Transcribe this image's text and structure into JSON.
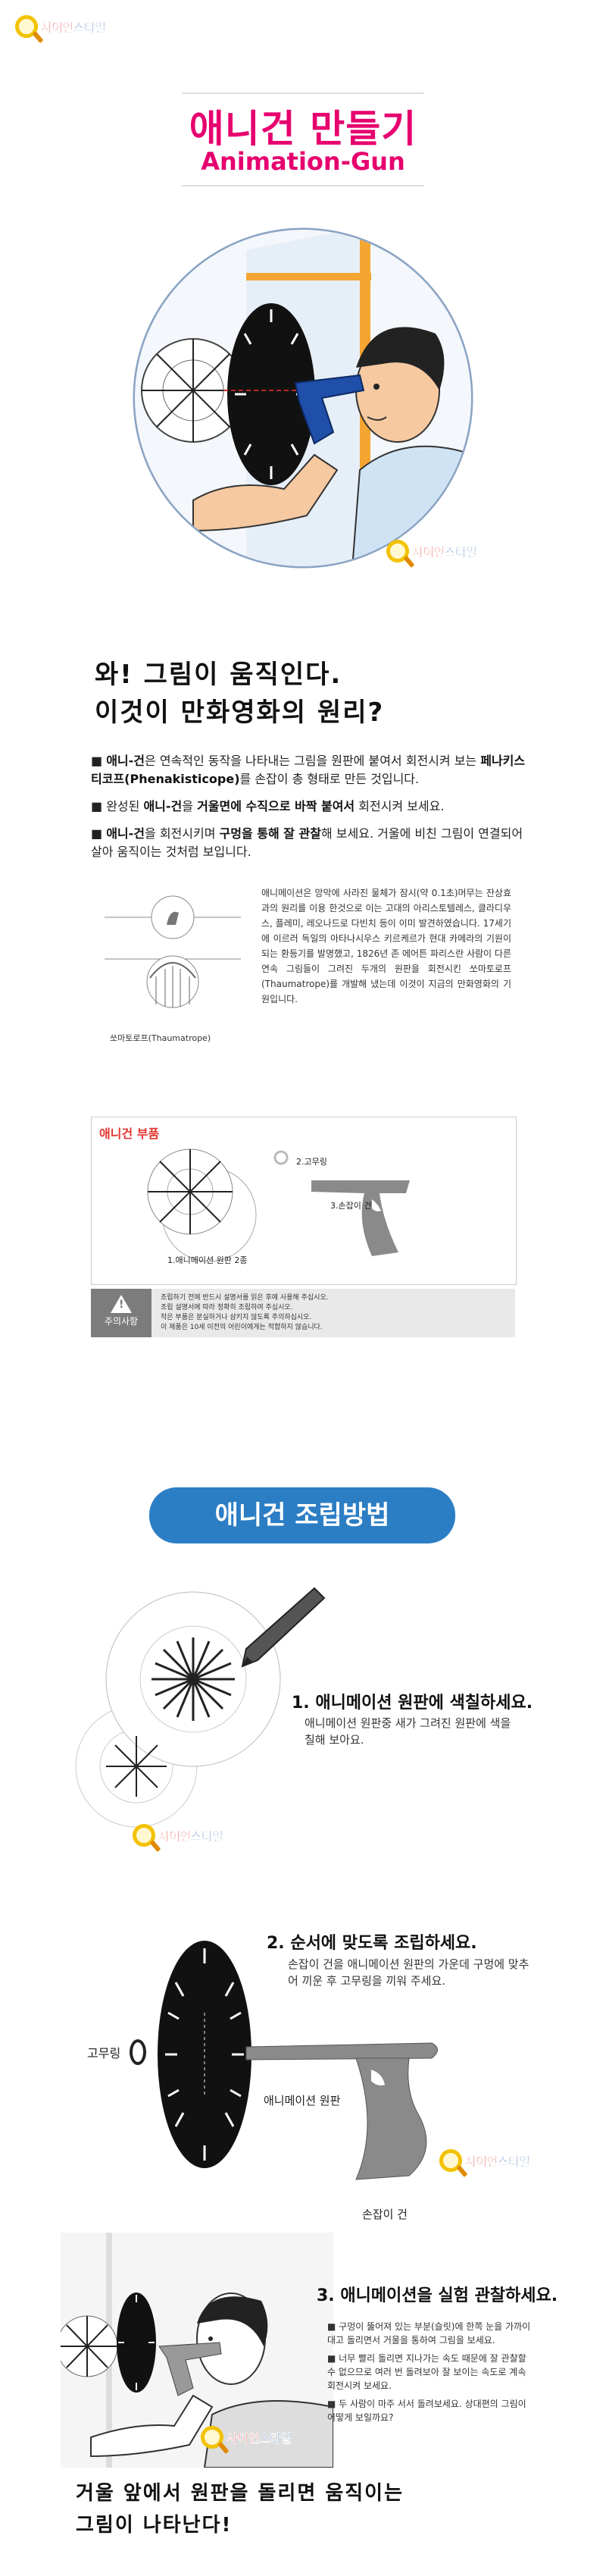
{
  "brand": {
    "logo_prefix": "사이언",
    "logo_suffix": "스타일"
  },
  "header": {
    "title_ko": "애니건 만들기",
    "title_en": "Animation-Gun"
  },
  "intro": {
    "headline_1": "와! 그림이 움직인다.",
    "headline_2": "이것이 만화영화의 원리?",
    "bullets": [
      {
        "lead": "애니-건",
        "text": "은 연속적인 동작을 나타내는 그림을 원판에 붙여서 회전시켜 보는 ",
        "bold2": "페나키스티코프(Phenakisticope)",
        "tail": "를 손잡이 총 형태로 만든 것입니다."
      },
      {
        "pre": "완성된 ",
        "lead": "애니-건",
        "mid": "을 ",
        "bold2": "거울면에 수직으로 바짝 붙여서",
        "tail": " 회전시켜 보세요."
      },
      {
        "lead": "애니-건",
        "mid": "을 회전시키며 ",
        "bold2": "구멍을 통해 잘 관찰",
        "tail": "해 보세요. 거울에 비친 그림이 연결되어 살아 움직이는 것처럼 보입니다."
      }
    ],
    "caption": "쏘마토로프(Thaumatrope)",
    "history": "애니메이션은 망막에 사라진 물체가 잠시(약 0.1초)머무는 잔상효과의 원리를 이용 한것으로 이는 고대의 아리스토텔레스, 클라디우스, 플레미, 레오나드로 다빈치 등이 이미 발견하였습니다. 17세기에 이르러 독일의 아타나시우스 키르케르가 현대 카메라의 기원이 되는 환등기를 발명했고, 1826년 존 에어튼 파리스란 사람이 다른 연속 그림들이 그려진 두개의 원판을 회전시킨 쏘마토로프(Thaumatrope)를 개발해 냈는데 이것이 지금의 만화영화의 기원입니다."
  },
  "parts": {
    "title": "애니건 부품",
    "items": {
      "disc": "1.애니메이션 원판 2종",
      "ring": "2.고무링",
      "gun": "3.손잡이 건"
    }
  },
  "caution": {
    "label": "주의사항",
    "notes": [
      "조립하기 전에 반드시 설명서를 읽은 후에 사용해 주십시오.",
      "조립 설명서에 따라 정확히 조립하여 주십시오.",
      "작은 부품은 분실하거나 삼키지 않도록 주의하십시오.",
      "이 제품은 10세 이전의 어린이에게는 적합하지 않습니다."
    ]
  },
  "assembly": {
    "title": "애니건 조립방법",
    "steps": [
      {
        "title": "1. 애니메이션 원판에 색칠하세요.",
        "desc": "애니메이션 원판중 새가 그려진 원판에 색을 칠해 보아요."
      },
      {
        "title": "2. 순서에 맞도록 조립하세요.",
        "desc": "손잡이 건을 애니메이션 원판의 가운데 구멍에 맞추어 끼운 후 고무링을 끼워 주세요.",
        "labels": {
          "ring": "고무링",
          "disc": "애니메이션 원판",
          "gun": "손잡이 건"
        }
      },
      {
        "title": "3. 애니메이션을 실험 관찰하세요.",
        "bullets": [
          "구멍이 뚫어져 있는 부분(슬릿)에 한쪽 눈을 가까이 대고 돌리면서 거울을 통하여 그림을 보세요.",
          "너무 빨리 돌리면 지나가는 속도 때문에 잘 관찰할 수 없으므로 여러 번 돌려보아 잘 보이는 속도로 계속 회전시켜 보세요.",
          "두 사람이 마주 서서 돌려보세요. 상대편의 그림이 어떻게 보일까요?"
        ]
      }
    ],
    "footer_1": "거울 앞에서 원판을 돌리면 움직이는",
    "footer_2": "그림이 나타난다!"
  },
  "colors": {
    "accent_pink": "#e6006f",
    "accent_blue": "#2c7ec4",
    "parts_red": "#e3342f"
  }
}
